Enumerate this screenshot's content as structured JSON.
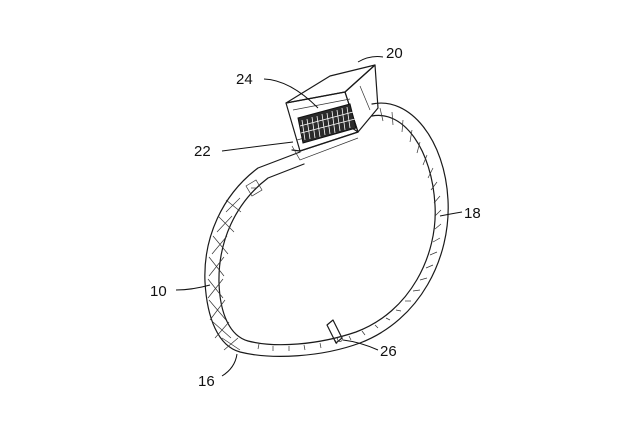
{
  "figure": {
    "reference_numerals": {
      "bristle_block": "24",
      "housing": "20",
      "base": "22",
      "band_outer": "18",
      "band_left": "10",
      "band_bottom": "16",
      "clasp": "26"
    }
  }
}
